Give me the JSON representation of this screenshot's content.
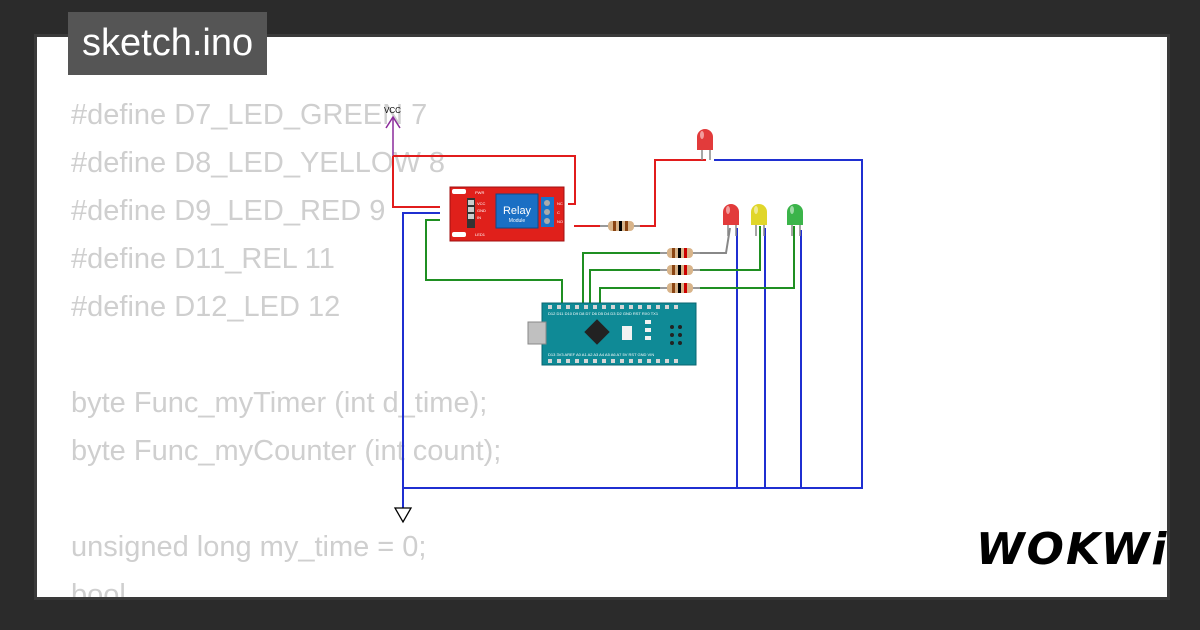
{
  "tab": {
    "title": "sketch.ino"
  },
  "code_lines": [
    "#define D7_LED_GREEN 7",
    "#define D8_LED_YELLOW 8",
    "#define D9_LED_RED 9",
    "#define D11_REL 11",
    "#define D12_LED 12",
    "",
    "byte Func_myTimer (int d_time);",
    "byte Func_myCounter (int count);",
    "",
    "unsigned long my_time = 0;",
    "bool .... ....  ... ... ...."
  ],
  "circuit": {
    "vcc_label": "VCC",
    "relay": {
      "title": "Relay",
      "subtitle": "Module",
      "pin_labels": [
        "PWR",
        "VCC",
        "GND",
        "IN",
        "LED1"
      ],
      "terminal_labels": [
        "NC",
        "C",
        "NO"
      ]
    },
    "nano": {
      "top_pins": "D12 D11 D10 D9 D8 D7 D6 D5 D4 D3 D2 GND RST RX0 TX1",
      "bottom_pins": "D13 3V3 AREF A0 A1 A2 A3 A4 A5 A6 A7 5V RST GND VIN"
    },
    "leds": [
      {
        "color_name": "red",
        "color": "#e23b3b"
      },
      {
        "color_name": "red",
        "color": "#e23b3b"
      },
      {
        "color_name": "yellow",
        "color": "#e0d62a"
      },
      {
        "color_name": "green",
        "color": "#3bb44a"
      }
    ],
    "wire_colors": {
      "power": "#e11c1c",
      "ground": "#1f2fd1",
      "signal": "#1f8f22"
    }
  },
  "brand": {
    "logo": "WOKWi"
  }
}
